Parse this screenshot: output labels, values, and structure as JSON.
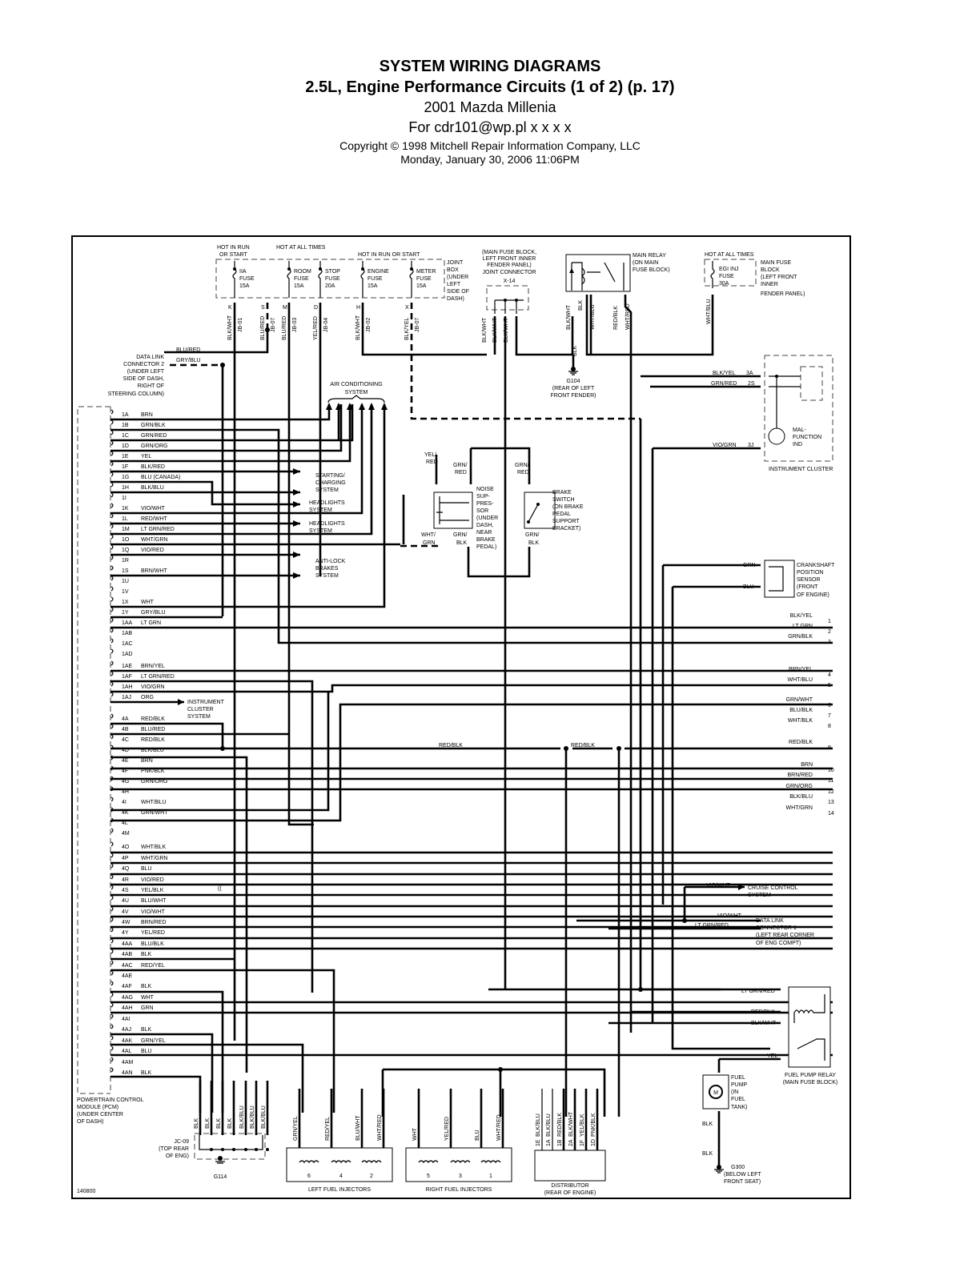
{
  "header": {
    "title": "SYSTEM WIRING DIAGRAMS",
    "subtitle": "2.5L, Engine Performance Circuits (1 of 2) (p. 17)",
    "vehicle": "2001 Mazda Millenia",
    "user": "For cdr101@wp.pl x x x x",
    "copyright": "Copyright © 1998 Mitchell Repair Information Company, LLC",
    "date": "Monday, January 30, 2006  11:06PM"
  },
  "diagram": {
    "figure_id": "140800",
    "fuse_box": {
      "labels": {
        "hot_run_start_1": "HOT IN RUN",
        "hot_run_start_2": "OR START",
        "hot_all_times": "HOT AT ALL TIMES",
        "hot_run_start_long": "HOT IN RUN OR START",
        "joint_box": [
          "JOINT",
          "BOX",
          "(UNDER",
          "LEFT",
          "SIDE OF",
          "DASH)"
        ]
      },
      "fuses": [
        {
          "name": "IIA",
          "label": "FUSE",
          "rating": "15A",
          "pin": "K",
          "wire": "BLK/WHT",
          "connector": "JB-01"
        },
        {
          "name": "ROOM",
          "label": "FUSE",
          "rating": "15A",
          "pin": "M",
          "wire": "BLU/RED",
          "connector": "JB-03"
        },
        {
          "name": "STOP",
          "label": "FUSE",
          "rating": "20A",
          "pin": "D",
          "wire": "YEL/RED",
          "connector": "JB-04"
        },
        {
          "name": "ENGINE",
          "label": "FUSE",
          "rating": "15A",
          "pin": "H",
          "wire": "BLK/WHT",
          "connector": "JB-02"
        },
        {
          "name": "METER",
          "label": "FUSE",
          "rating": "15A",
          "pin": "X",
          "wire": "BLK/YEL",
          "connector": "JB-07"
        }
      ],
      "extra_pin": {
        "pin": "S",
        "wire": "BLU/RED",
        "connector": "JB-07"
      }
    },
    "joint_connector": {
      "label": [
        "(MAIN FUSE BLOCK,",
        "LEFT FRONT INNER",
        "FENDER PANEL)",
        "JOINT CONNECTOR",
        "X-14"
      ],
      "wires": [
        "BLK/WHT",
        "BLK/WHT",
        "BLK/WHT"
      ]
    },
    "main_relay": {
      "label": [
        "MAIN RELAY",
        "(ON MAIN",
        "FUSE BLOCK)"
      ],
      "wires": [
        "BLK/WHT",
        "BLK",
        "WHT/BLU",
        "RED/BLK",
        "WHT/RED"
      ]
    },
    "egi_fuse": {
      "hot": "HOT AT ALL TIMES",
      "name": "EGI INJ",
      "label": "FUSE",
      "rating": "30A",
      "block": [
        "MAIN FUSE",
        "BLOCK",
        "(LEFT FRONT",
        "INNER",
        "FENDER PANEL)"
      ],
      "wire": "WHT/BLU"
    },
    "ground_g104": {
      "wire": "BLK",
      "id": "G104",
      "location": [
        "(REAR OF LEFT",
        "FRONT FENDER)"
      ]
    },
    "data_link_2": {
      "label": [
        "DATA LINK",
        "CONNECTOR 2",
        "(UNDER LEFT",
        "SIDE OF DASH,",
        "RIGHT OF",
        "STEERING COLUMN)"
      ],
      "wires": [
        "BLU/RED",
        "GRY/BLU"
      ]
    },
    "ac_system": [
      "AIR CONDITIONING",
      "SYSTEM"
    ],
    "pcm": {
      "label": [
        "POWERTRAIN CONTROL",
        "MODULE (PCM)",
        "(UNDER CENTER",
        "OF DASH)"
      ],
      "pins": [
        {
          "pin": "1A",
          "wire": "BRN"
        },
        {
          "pin": "1B",
          "wire": "GRN/BLK"
        },
        {
          "pin": "1C",
          "wire": "GRN/RED"
        },
        {
          "pin": "1D",
          "wire": "GRN/ORG"
        },
        {
          "pin": "1E",
          "wire": "YEL"
        },
        {
          "pin": "1F",
          "wire": "BLK/RED"
        },
        {
          "pin": "1G",
          "wire": "BLU    (CANADA)"
        },
        {
          "pin": "1H",
          "wire": "BLK/BLU"
        },
        {
          "pin": "1I",
          "wire": ""
        },
        {
          "pin": "1K",
          "wire": "VIO/WHT"
        },
        {
          "pin": "1L",
          "wire": "RED/WHT"
        },
        {
          "pin": "1M",
          "wire": "LT GRN/RED"
        },
        {
          "pin": "1O",
          "wire": "WHT/GRN"
        },
        {
          "pin": "1Q",
          "wire": "VIO/RED"
        },
        {
          "pin": "1R",
          "wire": ""
        },
        {
          "pin": "1S",
          "wire": "BRN/WHT"
        },
        {
          "pin": "1U",
          "wire": ""
        },
        {
          "pin": "1V",
          "wire": ""
        },
        {
          "pin": "1X",
          "wire": "WHT"
        },
        {
          "pin": "1Y",
          "wire": "GRY/BLU"
        },
        {
          "pin": "1AA",
          "wire": "LT GRN"
        },
        {
          "pin": "1AB",
          "wire": ""
        },
        {
          "pin": "1AC",
          "wire": ""
        },
        {
          "pin": "1AD",
          "wire": ""
        },
        {
          "pin": "1AE",
          "wire": "BRN/YEL"
        },
        {
          "pin": "1AF",
          "wire": "LT GRN/RED"
        },
        {
          "pin": "1AH",
          "wire": "VIO/GRN"
        },
        {
          "pin": "1AJ",
          "wire": "ORG"
        },
        {
          "pin": "4A",
          "wire": "RED/BLK"
        },
        {
          "pin": "4B",
          "wire": "BLU/RED"
        },
        {
          "pin": "4C",
          "wire": "RED/BLK"
        },
        {
          "pin": "4D",
          "wire": "BLK/BLU"
        },
        {
          "pin": "4E",
          "wire": "BRN"
        },
        {
          "pin": "4F",
          "wire": "PNK/BLK"
        },
        {
          "pin": "4G",
          "wire": "GRN/ORG"
        },
        {
          "pin": "4H",
          "wire": ""
        },
        {
          "pin": "4I",
          "wire": "WHT/BLU"
        },
        {
          "pin": "4K",
          "wire": "GRN/WHT"
        },
        {
          "pin": "4L",
          "wire": ""
        },
        {
          "pin": "4M",
          "wire": ""
        },
        {
          "pin": "4O",
          "wire": "WHT/BLK"
        },
        {
          "pin": "4P",
          "wire": "WHT/GRN"
        },
        {
          "pin": "4Q",
          "wire": "BLU"
        },
        {
          "pin": "4R",
          "wire": "VIO/RED"
        },
        {
          "pin": "4S",
          "wire": "YEL/BLK"
        },
        {
          "pin": "4U",
          "wire": "BLU/WHT"
        },
        {
          "pin": "4V",
          "wire": "VIO/WHT"
        },
        {
          "pin": "4W",
          "wire": "BRN/RED"
        },
        {
          "pin": "4Y",
          "wire": "YEL/RED"
        },
        {
          "pin": "4AA",
          "wire": "BLU/BLK"
        },
        {
          "pin": "4AB",
          "wire": "BLK"
        },
        {
          "pin": "4AC",
          "wire": "RED/YEL"
        },
        {
          "pin": "4AE",
          "wire": ""
        },
        {
          "pin": "4AF",
          "wire": "BLK"
        },
        {
          "pin": "4AG",
          "wire": "WHT"
        },
        {
          "pin": "4AH",
          "wire": "GRN"
        },
        {
          "pin": "4AI",
          "wire": ""
        },
        {
          "pin": "4AJ",
          "wire": "BLK"
        },
        {
          "pin": "4AK",
          "wire": "GRN/YEL"
        },
        {
          "pin": "4AL",
          "wire": "BLU"
        },
        {
          "pin": "4AM",
          "wire": ""
        },
        {
          "pin": "4AN",
          "wire": "BLK"
        }
      ]
    },
    "system_refs": {
      "starting": [
        "STARTING/",
        "CHARGING",
        "SYSTEM"
      ],
      "headlights1": [
        "HEADLIGHTS",
        "SYSTEM"
      ],
      "headlights2": [
        "HEADLIGHTS",
        "SYSTEM"
      ],
      "abs": [
        "ANTI-LOCK",
        "BRAKES",
        "SYSTEM"
      ],
      "instrument": [
        "INSTRUMENT",
        "CLUSTER",
        "SYSTEM"
      ],
      "cruise": [
        "CRUISE CONTROL",
        "SYSTEM"
      ]
    },
    "noise_suppressor": {
      "label": [
        "NOISE",
        "SUP-",
        "PRES-",
        "SOR",
        "(UNDER",
        "DASH,",
        "NEAR",
        "BRAKE",
        "PEDAL)"
      ],
      "wires": [
        "YEL/",
        "RED",
        "GRN/",
        "RED",
        "WHT/",
        "GRN",
        "GRN/",
        "BLK"
      ]
    },
    "brake_switch": {
      "label": [
        "BRAKE",
        "SWITCH",
        "(ON BRAKE",
        "PEDAL",
        "SUPPORT",
        "BRACKET)"
      ],
      "wires": [
        "GRN/",
        "RED",
        "GRN/",
        "BLK"
      ]
    },
    "instrument_cluster": {
      "title": "INSTRUMENT CLUSTER",
      "indicator": [
        "MAL-",
        "FUNCTION",
        "IND"
      ],
      "wires": [
        {
          "wire": "BLK/YEL",
          "pin": "3A"
        },
        {
          "wire": "GRN/RED",
          "pin": "2S"
        },
        {
          "wire": "VIO/GRN",
          "pin": "3J"
        }
      ]
    },
    "crankshaft_sensor": {
      "label": [
        "CRANKSHAFT",
        "POSITION",
        "SENSOR",
        "(FRONT",
        "OF ENGINE)"
      ],
      "wires": [
        "GRN",
        "BLU"
      ]
    },
    "right_refs": [
      {
        "n": "1",
        "wire": "BLK/YEL"
      },
      {
        "n": "2",
        "wire": "LT GRN"
      },
      {
        "n": "3",
        "wire": "GRN/BLK"
      },
      {
        "n": "4",
        "wire": "BRN/YEL"
      },
      {
        "n": "5",
        "wire": "WHT/BLU"
      },
      {
        "n": "6",
        "wire": "GRN/WHT"
      },
      {
        "n": "7",
        "wire": "BLU/BLK"
      },
      {
        "n": "8",
        "wire": "WHT/BLK"
      },
      {
        "n": "9",
        "wire": "RED/BLK"
      },
      {
        "n": "10",
        "wire": "BRN"
      },
      {
        "n": "11",
        "wire": "BRN/RED"
      },
      {
        "n": "12",
        "wire": "GRN/ORG"
      },
      {
        "n": "13",
        "wire": "BLK/BLU"
      },
      {
        "n": "14",
        "wire": "WHT/GRN"
      }
    ],
    "mid_labels": {
      "redblk_a": "RED/BLK",
      "redblk_b": "RED/BLK"
    },
    "cruise_wire": "VIO/WHT",
    "data_link_1": {
      "label": [
        "DATA LINK",
        "CONNECTOR 1",
        "(LEFT REAR CORNER",
        "OF ENG COMPT)"
      ],
      "wires": [
        "VIO/WHT",
        "LT GRN/RED"
      ]
    },
    "fuel_pump_relay": {
      "label": [
        "FUEL PUMP RELAY",
        "(MAIN FUSE BLOCK)"
      ],
      "wires": [
        "LT GRN/RED",
        "RED/BLK",
        "BLK/WHT",
        "YEL"
      ]
    },
    "fuel_pump": {
      "label": [
        "FUEL",
        "PUMP",
        "(IN",
        "FUEL",
        "TANK)"
      ],
      "motor": "M",
      "wires": [
        "BLK",
        "BLK"
      ]
    },
    "ground_g300": {
      "id": "G300",
      "location": [
        "(BELOW LEFT",
        "FRONT SEAT)"
      ]
    },
    "jc09": {
      "label": [
        "JC-09",
        "(TOP REAR",
        "OF ENG)"
      ],
      "ground": "G114",
      "wires": [
        "BLK",
        "BLK",
        "BLK",
        "BLK",
        "BLK/BLU",
        "BLK/BLU",
        "BLK/BLU"
      ]
    },
    "left_injectors": {
      "label": "LEFT FUEL INJECTORS",
      "wires": [
        "GRN/YEL",
        "RED/YEL",
        "BLU/WHT",
        "WHT/RED"
      ],
      "numbers": [
        "6",
        "4",
        "2"
      ]
    },
    "right_injectors": {
      "label": "RIGHT FUEL INJECTORS",
      "wires": [
        "WHT",
        "YEL/RED",
        "BLU",
        "WHT/RED"
      ],
      "numbers": [
        "5",
        "3",
        "1"
      ]
    },
    "distributor": {
      "label": [
        "DISTRIBUTOR",
        "(REAR OF ENGINE)"
      ],
      "pins": [
        {
          "pin": "1E",
          "wire": "BLK/BLU"
        },
        {
          "pin": "1A",
          "wire": "BLK/BLU"
        },
        {
          "pin": "1B",
          "wire": "RED/BLK"
        },
        {
          "pin": "2A",
          "wire": "BLK/WHT"
        },
        {
          "pin": "1F",
          "wire": "YEL/BLK"
        },
        {
          "pin": "1D",
          "wire": "PNK/BLK"
        }
      ]
    }
  }
}
